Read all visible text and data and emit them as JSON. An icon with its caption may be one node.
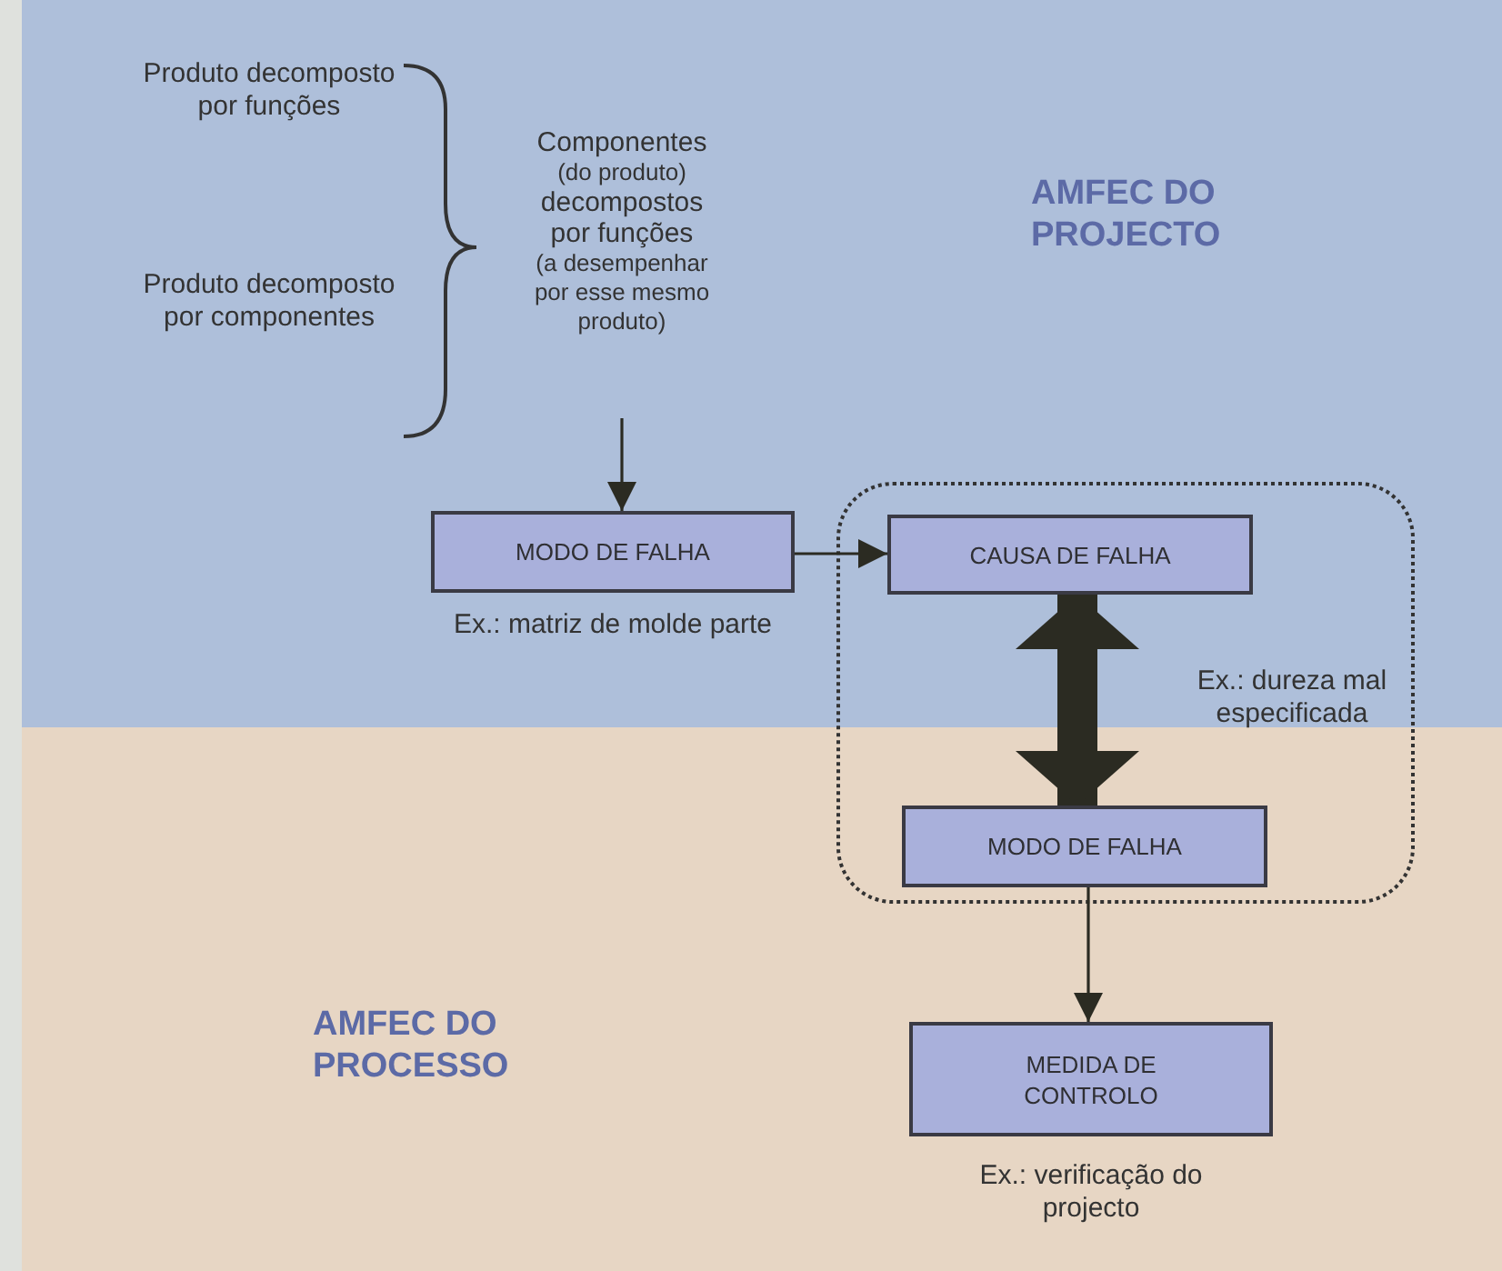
{
  "diagram": {
    "nodes": [
      {
        "text": [
          "AMFEC DO PROJECTO"
        ]
      },
      {
        "text": [
          "AMFEC DO PROCESSO"
        ]
      },
      {
        "text": [
          "Componentes",
          "(do produto)",
          "decompostos por funções",
          "(a desempenhar por esse mesmo produto)"
        ],
        "in": 0
      },
      {
        "text": [
          "MODO DE FALHA"
        ],
        "in": 0,
        "beside": [
          "Ex.: matriz de molde parte"
        ]
      },
      {
        "text": [
          "CAUSA DE FALHA"
        ],
        "in": 0
      },
      {
        "text": [
          "MODO DE FALHA"
        ],
        "in": 1
      },
      {
        "text": [
          "MEDIDA DE CONTROLO"
        ],
        "in": 1,
        "beside": [
          "Ex.: verificação do projecto"
        ]
      }
    ],
    "edges": [
      {
        "from": 2,
        "to": 3,
        "arrow": "to"
      },
      {
        "from": 3,
        "to": 4,
        "arrow": "to"
      },
      {
        "from": 4,
        "to": 5,
        "arrow": "both",
        "style": "thick"
      },
      {
        "from": 5,
        "to": 6,
        "arrow": "to"
      }
    ],
    "labels": [
      "Produto decomposto por funções",
      "Produto decomposto por componentes",
      "Ex.: dureza mal especificada"
    ]
  }
}
